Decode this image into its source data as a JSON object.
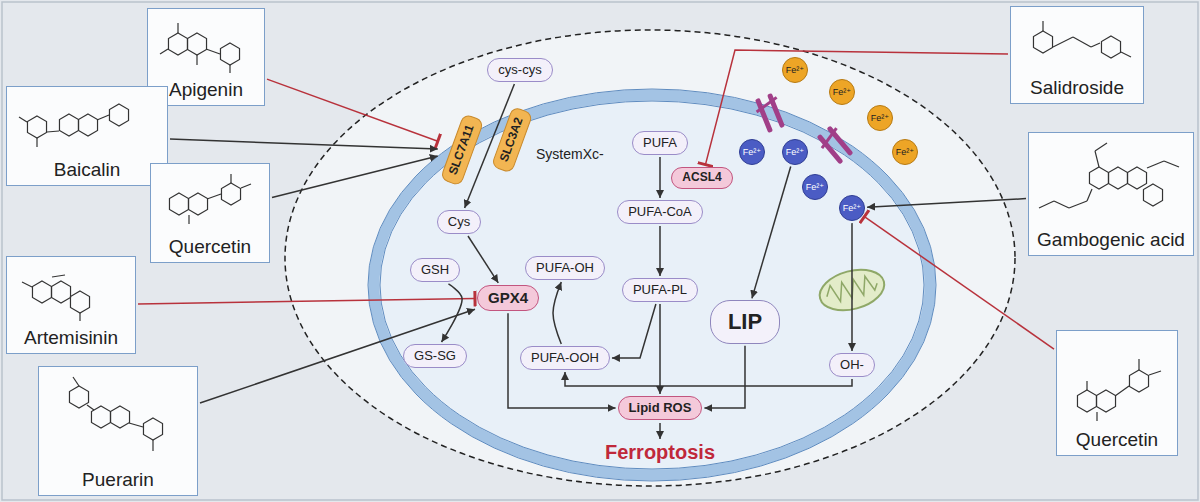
{
  "diagram": {
    "nodes": [
      {
        "text": [
          "Apigenin"
        ]
      },
      {
        "text": [
          "Baicalin"
        ]
      },
      {
        "text": [
          "Quercetin"
        ]
      },
      {
        "text": [
          "Artemisinin"
        ]
      },
      {
        "text": [
          "Puerarin"
        ]
      },
      {
        "text": [
          "Salidroside"
        ]
      },
      {
        "text": [
          "Gambogenic acid"
        ]
      },
      {
        "text": [
          "Quercetin"
        ]
      },
      {
        "text": [
          "cys-cys"
        ]
      },
      {
        "text": [
          "SLC3A2"
        ]
      },
      {
        "text": [
          "SLC7A11"
        ]
      },
      {
        "text": [
          "Cys"
        ]
      },
      {
        "text": [
          "GSH"
        ]
      },
      {
        "text": [
          "GPX4"
        ]
      },
      {
        "text": [
          "PUFA-OH"
        ]
      },
      {
        "text": [
          "GS-SG"
        ]
      },
      {
        "text": [
          "PUFA-OOH"
        ]
      },
      {
        "text": [
          "PUFA"
        ]
      },
      {
        "text": [
          "ACSL4"
        ]
      },
      {
        "text": [
          "PUFA-CoA"
        ]
      },
      {
        "text": [
          "PUFA-PL"
        ]
      },
      {
        "text": [
          "LIP"
        ]
      },
      {
        "text": [
          "Lipid ROS"
        ]
      },
      {
        "text": [
          "OH-"
        ]
      },
      {
        "text": [
          "Fe²⁺"
        ]
      },
      {
        "text": [
          "Fe²⁺"
        ]
      },
      {
        "text": [
          "Fe²⁺"
        ]
      },
      {
        "text": [
          "Fe²⁺"
        ]
      },
      {
        "text": [
          "Fe²⁺"
        ]
      },
      {
        "text": [
          "Fe²⁺"
        ]
      },
      {
        "text": [
          "Fe²⁺"
        ]
      },
      {
        "text": [
          "Fe²⁺"
        ]
      }
    ],
    "edges": [
      {
        "from": 0,
        "to": 10,
        "arrow": "to"
      },
      {
        "from": 1,
        "to": 10,
        "arrow": "to"
      },
      {
        "from": 2,
        "to": 10,
        "arrow": "to"
      },
      {
        "from": 3,
        "to": 13,
        "arrow": "to"
      },
      {
        "from": 4,
        "to": 13,
        "arrow": "to"
      },
      {
        "from": 5,
        "to": 18,
        "arrow": "to"
      },
      {
        "from": 6,
        "to": 31,
        "arrow": "to"
      },
      {
        "from": 7,
        "to": 31,
        "arrow": "to"
      },
      {
        "from": 8,
        "to": 11,
        "arrow": "to"
      },
      {
        "from": 11,
        "to": 13,
        "arrow": "to"
      },
      {
        "from": 12,
        "to": 15,
        "arrow": "to"
      },
      {
        "from": 16,
        "to": 14,
        "arrow": "to"
      },
      {
        "from": 13,
        "to": 22,
        "arrow": "to"
      },
      {
        "from": 17,
        "to": 19,
        "arrow": "to"
      },
      {
        "from": 19,
        "to": 20,
        "arrow": "to"
      },
      {
        "from": 20,
        "to": 16,
        "arrow": "to"
      },
      {
        "from": 20,
        "to": 22,
        "arrow": "to"
      },
      {
        "from": 29,
        "to": 21,
        "arrow": "to"
      },
      {
        "from": 21,
        "to": 22,
        "arrow": "to"
      },
      {
        "from": 31,
        "to": 23,
        "arrow": "to"
      },
      {
        "from": 23,
        "to": 16,
        "arrow": "to"
      }
    ],
    "labels": [
      "SystemXc-",
      "Ferroptosis"
    ]
  }
}
